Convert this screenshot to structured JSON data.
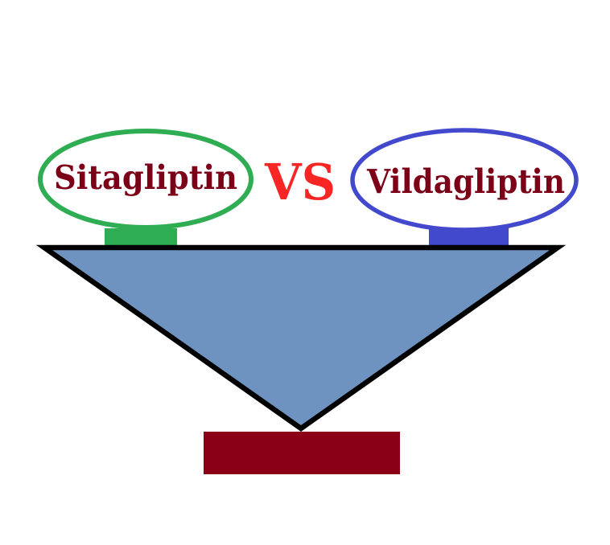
{
  "background": "#ffffff",
  "comparison": {
    "left": {
      "label": "Sitagliptin",
      "outline_color": "#2ead52",
      "connector_color": "#2ead52",
      "label_color": "#7c0017"
    },
    "versus": {
      "label": "VS",
      "color": "#f82525"
    },
    "right": {
      "label": "Vildagliptin",
      "outline_color": "#4349cd",
      "connector_color": "#4349cd",
      "label_color": "#7c0017"
    },
    "funnel": {
      "fill_color": "#6e93c0",
      "outline_color": "#000000"
    },
    "base": {
      "fill_color": "#8b0014"
    }
  }
}
